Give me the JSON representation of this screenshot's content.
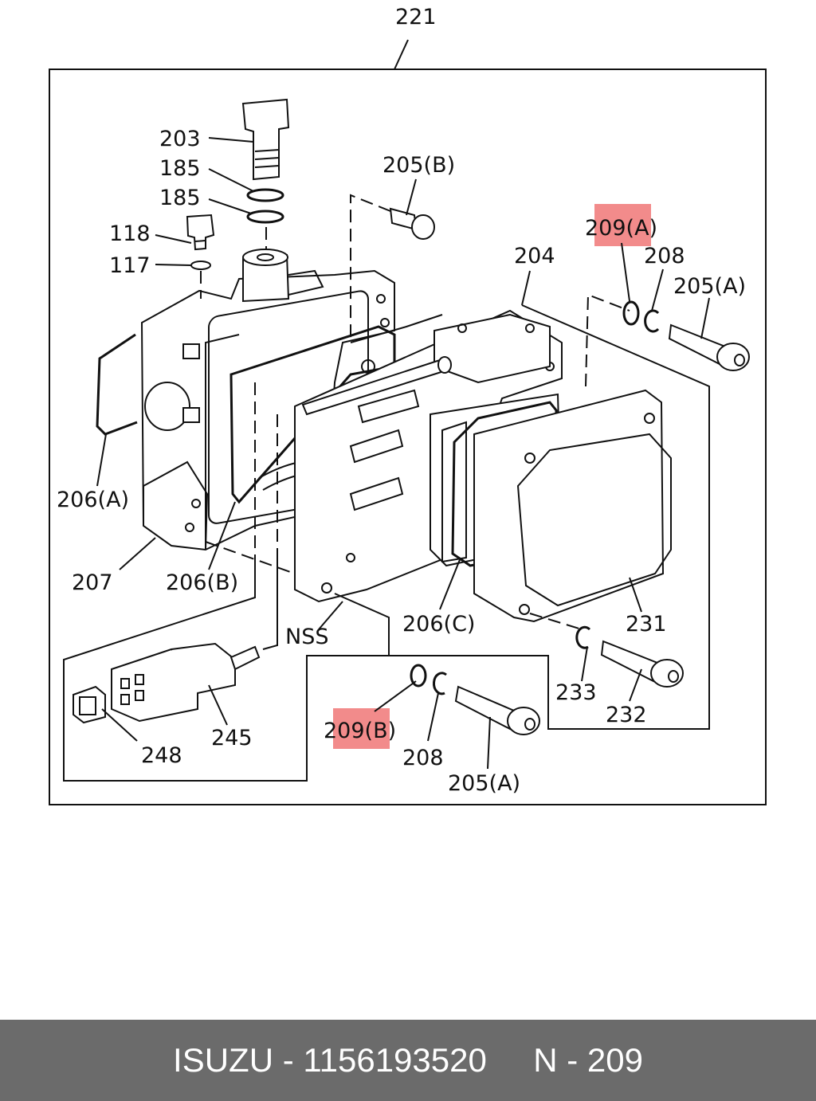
{
  "diagram": {
    "labels": {
      "l221": "221",
      "l203": "203",
      "l185a": "185",
      "l185b": "185",
      "l118": "118",
      "l117": "117",
      "l205b": "205(B)",
      "l209a": "209(A)",
      "l208a": "208",
      "l204": "204",
      "l205a1": "205(A)",
      "l206a": "206(A)",
      "l207": "207",
      "l206b": "206(B)",
      "lNSS": "NSS",
      "l206c": "206(C)",
      "l231": "231",
      "l233": "233",
      "l232": "232",
      "l245": "245",
      "l248": "248",
      "l209b": "209(B)",
      "l208b": "208",
      "l205a2": "205(A)"
    },
    "highlight_color": "#f28b8b"
  },
  "footer": {
    "brand": "ISUZU",
    "sep1": " - ",
    "part_number": "1156193520",
    "gap": "     ",
    "ref": "N - 209"
  }
}
